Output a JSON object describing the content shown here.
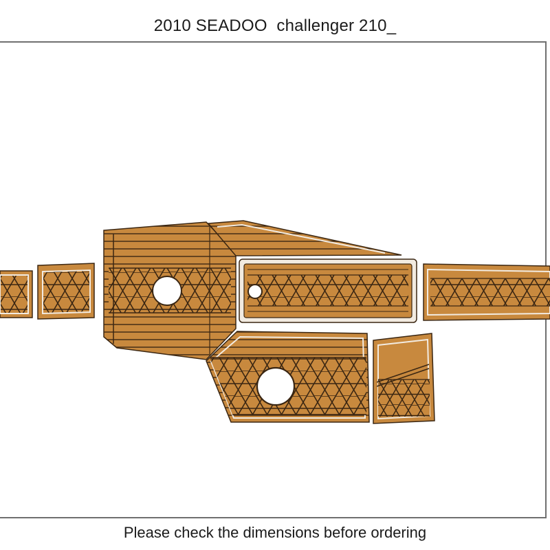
{
  "header": {
    "title": "2010 SEADOO  challenger 210_"
  },
  "footer": {
    "note": "Please check the dimensions before ordering"
  },
  "colors": {
    "teak": "#c8893e",
    "teak_dark": "#b87a32",
    "groove": "#3a2612",
    "border": "#f2ebe1",
    "hole": "#ffffff",
    "frame": "#6f6f6f"
  },
  "pattern": "hexagon-and-stripe"
}
